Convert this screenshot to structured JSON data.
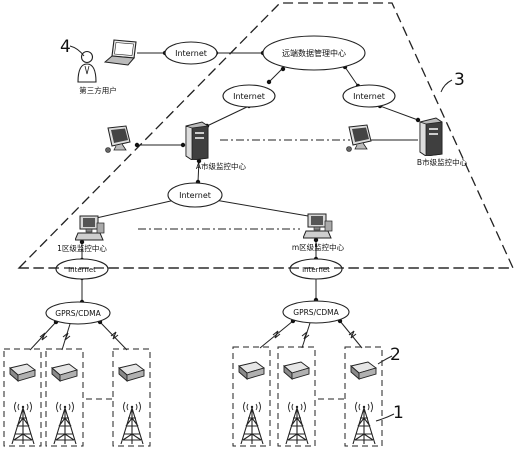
{
  "labels": {
    "third_party_user": "第三方用户",
    "remote_center": "远端数据管理中心",
    "city_a_center": "A市级监控中心",
    "city_b_center": "B市级监控中心",
    "district_1_center": "1区级监控中心",
    "district_m_center": "m区级监控中心",
    "internet": "Internet",
    "gprs_cdma": "GPRS/CDMA"
  },
  "callouts": {
    "n1": "1",
    "n2": "2",
    "n3": "3",
    "n4": "4"
  }
}
